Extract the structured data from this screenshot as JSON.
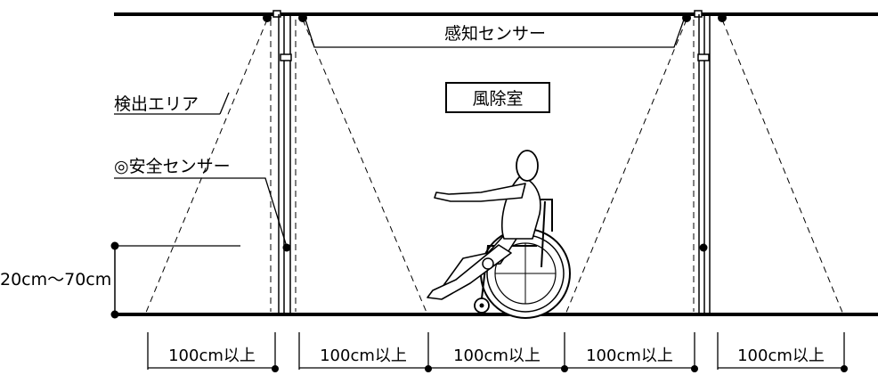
{
  "labels": {
    "sensing_sensor": "感知センサー",
    "windbreak_room": "風除室",
    "detection_area": "検出エリア",
    "safety_sensor": "◎安全センサー",
    "height_range": "20cm～70cm"
  },
  "dimensions": [
    "100cm以上",
    "100cm以上",
    "100cm以上",
    "100cm以上",
    "100cm以上"
  ],
  "colors": {
    "line": "#000000",
    "background": "#ffffff"
  }
}
